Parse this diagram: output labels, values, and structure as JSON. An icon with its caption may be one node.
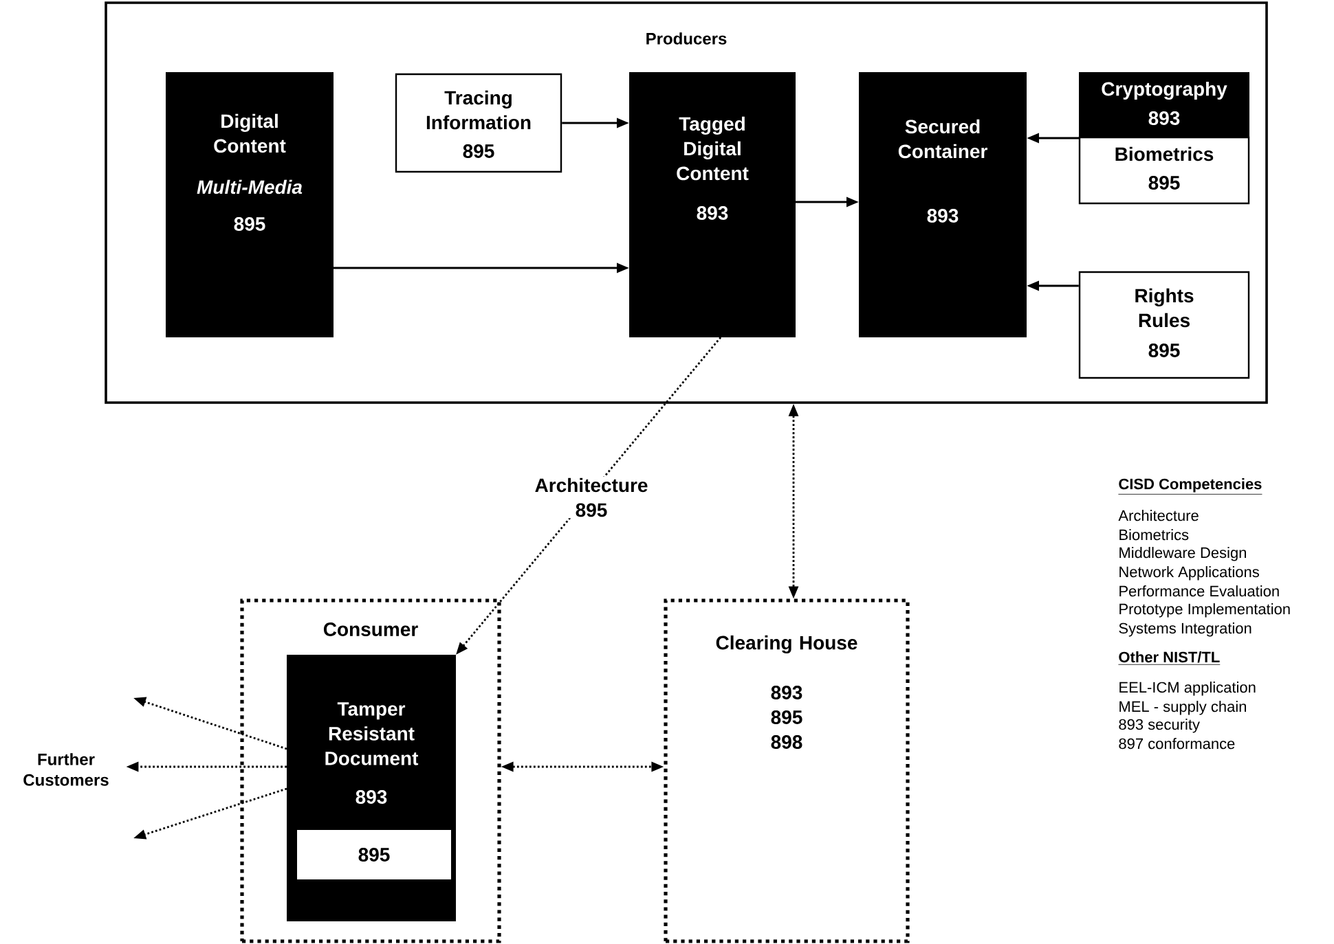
{
  "diagram": {
    "nodes": [
      {
        "text": [
          "Producers"
        ]
      },
      {
        "text": [
          "Digital Content",
          "Multi-Media",
          "895"
        ],
        "in": 0
      },
      {
        "text": [
          "Tracing Information",
          "895"
        ],
        "in": 0
      },
      {
        "text": [
          "Tagged Digital Content",
          "893"
        ],
        "in": 0
      },
      {
        "text": [
          "Secured Container",
          "893"
        ],
        "in": 0
      },
      {
        "text": [
          "Cryptography",
          "893"
        ],
        "in": 0
      },
      {
        "text": [
          "Biometrics",
          "895"
        ],
        "in": 0
      },
      {
        "text": [
          "Rights Rules",
          "895"
        ],
        "in": 0
      },
      {
        "text": [
          "Consumer"
        ]
      },
      {
        "text": [
          "Tamper Resistant Document",
          "893"
        ],
        "in": 8
      },
      {
        "text": [
          "895"
        ],
        "in": 9
      },
      {
        "text": [
          "Clearing House",
          "893 895 898"
        ]
      },
      {
        "text": [
          "Further Customers"
        ]
      }
    ],
    "edges": [
      {
        "from": 2,
        "to": 3,
        "arrow": "to"
      },
      {
        "from": 1,
        "to": 3,
        "arrow": "to"
      },
      {
        "from": 3,
        "to": 4,
        "arrow": "to"
      },
      {
        "from": 5,
        "to": 4,
        "arrow": "to"
      },
      {
        "from": 7,
        "to": 4,
        "arrow": "to"
      },
      {
        "from": 3,
        "to": 9,
        "arrow": "to",
        "style": "dashed",
        "label": "Architecture 895"
      },
      {
        "from": 0,
        "to": 11,
        "arrow": "both",
        "style": "dashed"
      },
      {
        "from": 8,
        "to": 11,
        "arrow": "both",
        "style": "dashed"
      },
      {
        "from": 9,
        "to": null,
        "arrow": "to",
        "style": "dashed"
      },
      {
        "from": 9,
        "to": 12,
        "arrow": "to",
        "style": "dashed"
      },
      {
        "from": 9,
        "to": null,
        "arrow": "to",
        "style": "dashed"
      }
    ],
    "labels": [
      "CISD Competencies",
      "Architecture",
      "Biometrics",
      "Middleware Design",
      "Network Applications",
      "Performance Evaluation",
      "Prototype Implementation",
      "Systems Integration",
      "Other NIST/TL",
      "EEL-ICM application",
      "MEL - supply chain",
      "893 security",
      "897 conformance"
    ]
  }
}
